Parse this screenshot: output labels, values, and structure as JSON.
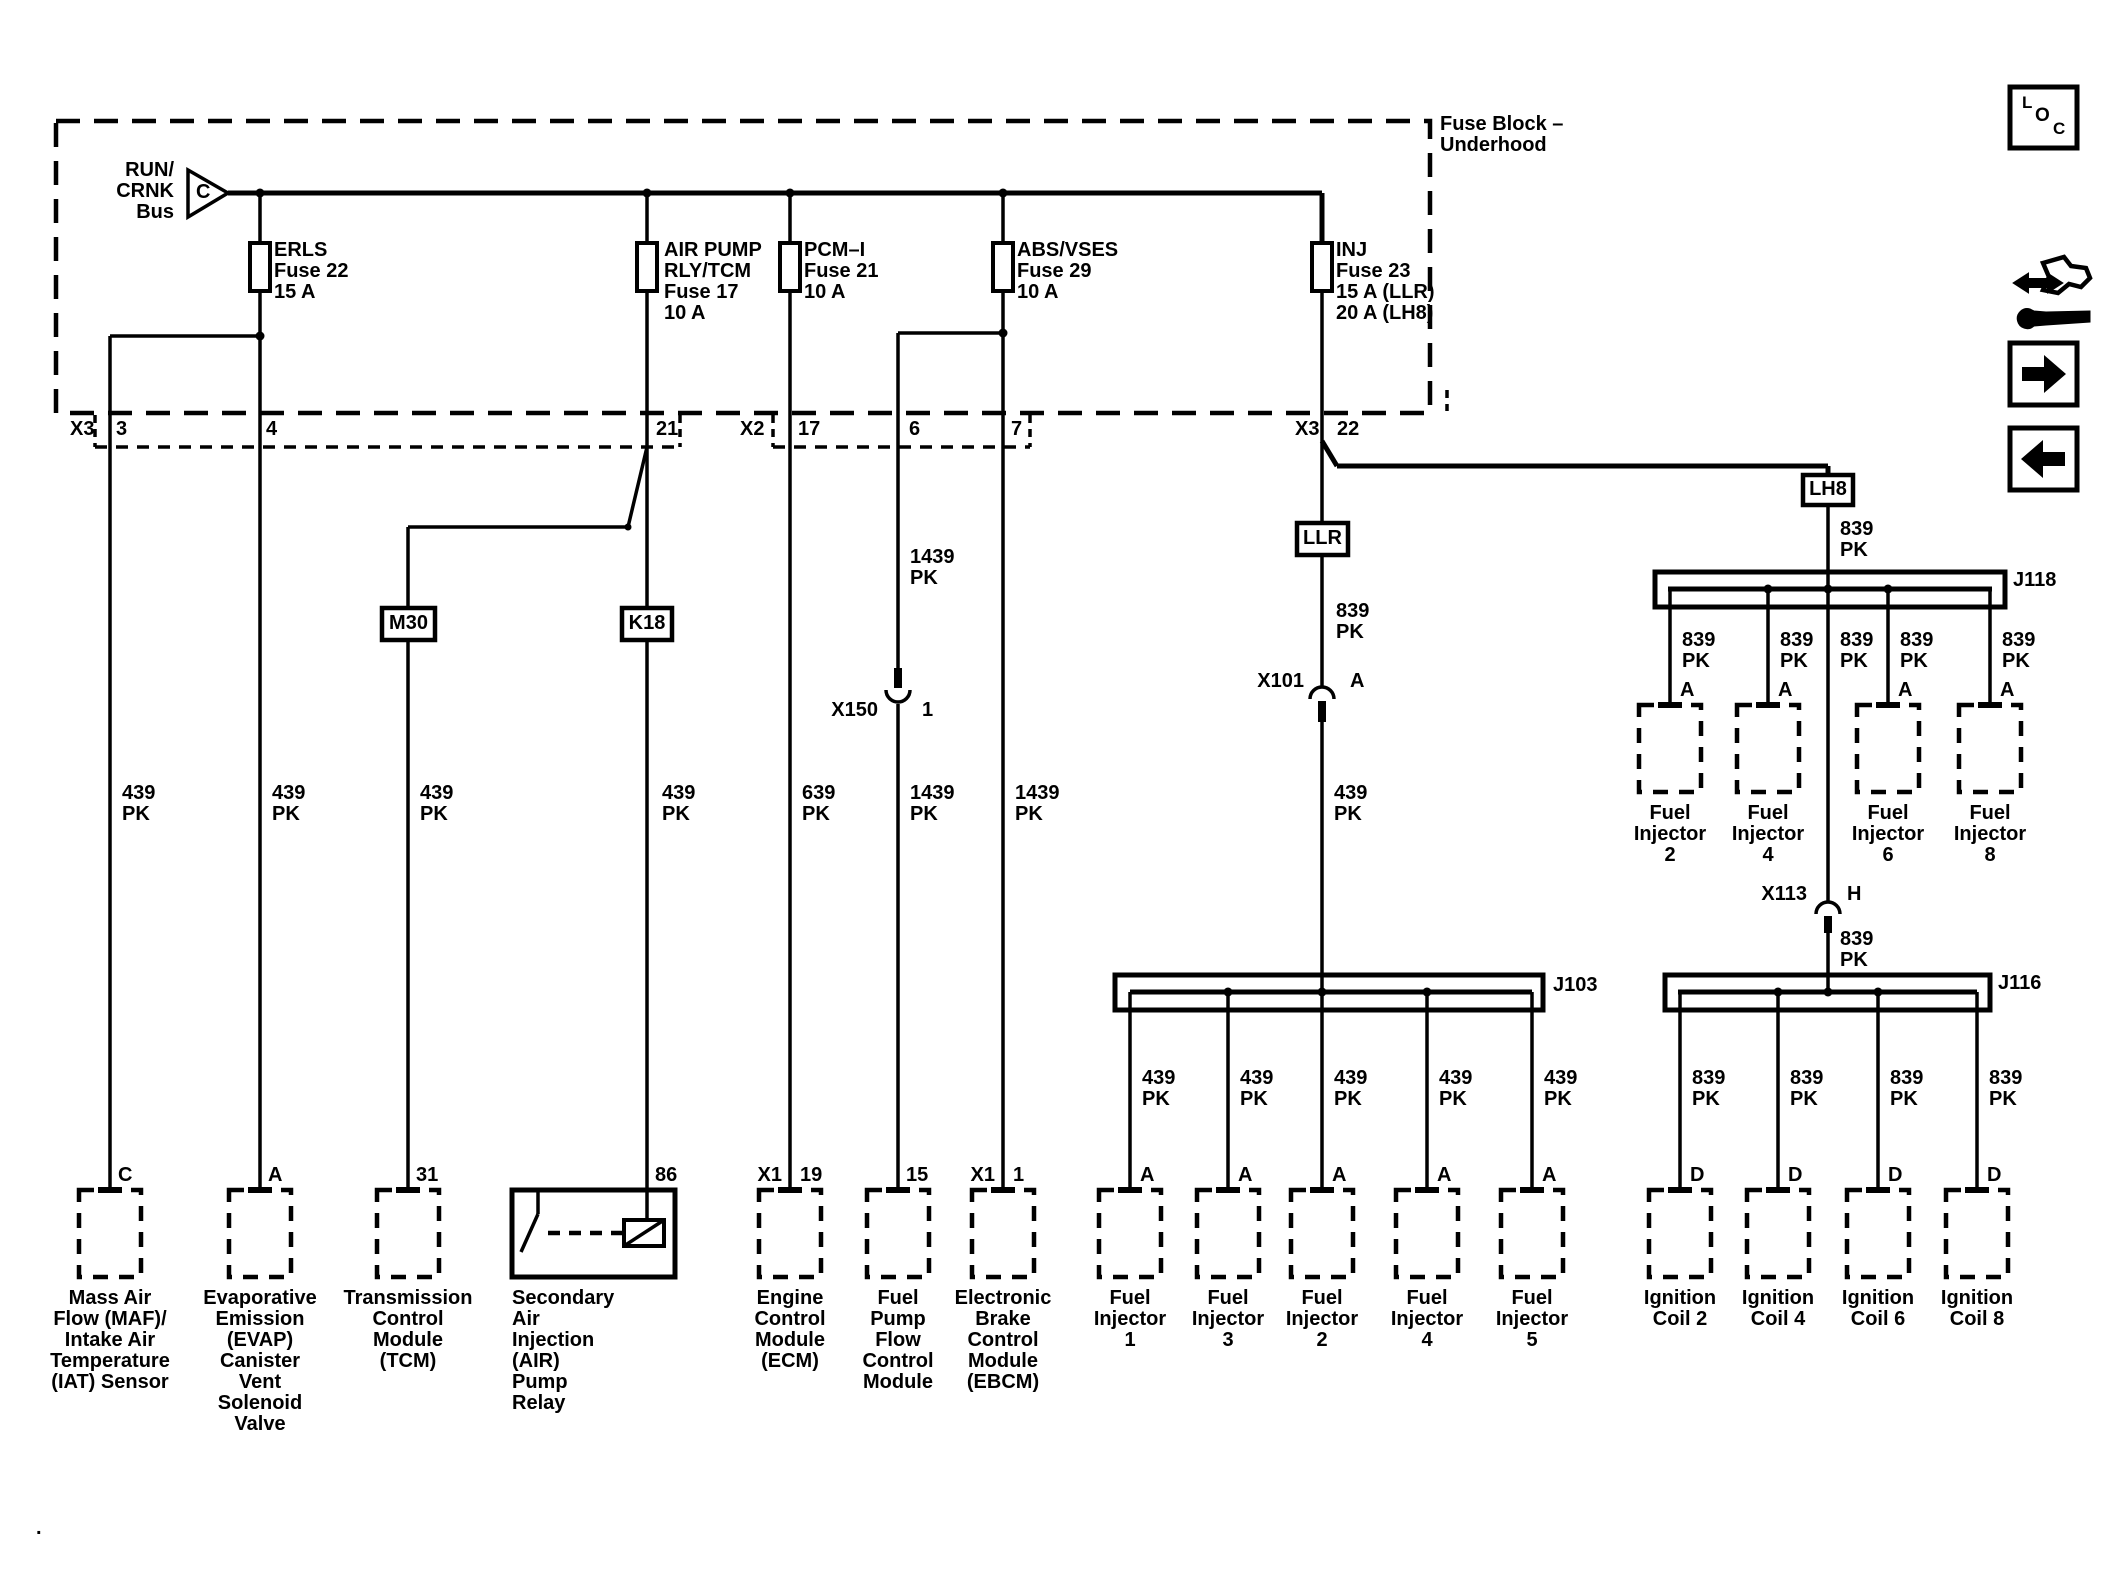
{
  "diagram": {
    "fuse_block_title": "Fuse Block –\nUnderhood",
    "bus": {
      "label": "RUN/\nCRNK\nBus",
      "letter": "C"
    },
    "footnote_dot": "."
  },
  "fuses": {
    "erls": "ERLS\nFuse 22\n15 A",
    "airpump": "AIR PUMP\nRLY/TCM\nFuse 17\n10 A",
    "pcmi": "PCM–I\nFuse 21\n10 A",
    "absvses": "ABS/VSES\nFuse 29\n10 A",
    "inj": "INJ\nFuse 23\n15 A (LLR)\n20 A (LH8)"
  },
  "connector_row": {
    "x3_left": "X3",
    "pin3": "3",
    "pin4": "4",
    "pin21": "21",
    "x2": "X2",
    "pin17": "17",
    "pin6": "6",
    "pin7": "7",
    "x3_right": "X3",
    "pin22": "22"
  },
  "boxes": {
    "m30": "M30",
    "k18": "K18",
    "llr": "LLR",
    "lh8": "LH8"
  },
  "splices": {
    "x150": "X150",
    "x150_pin": "1",
    "x101": "X101",
    "x101_pin": "A",
    "x113": "X113",
    "x113_pin": "H"
  },
  "junction_blocks": {
    "j103": "J103",
    "j116": "J116",
    "j118": "J118"
  },
  "wire_labels": {
    "maf": "439\nPK",
    "evap": "439\nPK",
    "tcm": "439\nPK",
    "relay": "439\nPK",
    "ecm": "639\nPK",
    "fuelpump_upper": "1439\nPK",
    "fuelpump_lower": "1439\nPK",
    "ebcm": "1439\nPK",
    "llr_out": "839\nPK",
    "x101_out": "439\nPK",
    "lh8_out": "839\nPK",
    "x113_out": "839\nPK",
    "j118_1": "839\nPK",
    "j118_2": "839\nPK",
    "j118_mid": "839\nPK",
    "j118_3": "839\nPK",
    "j118_4": "839\nPK",
    "j103_1": "439\nPK",
    "j103_2": "439\nPK",
    "j103_3": "439\nPK",
    "j103_4": "439\nPK",
    "j103_5": "439\nPK",
    "j116_1": "839\nPK",
    "j116_2": "839\nPK",
    "j116_3": "839\nPK",
    "j116_4": "839\nPK"
  },
  "pins": {
    "maf": "C",
    "evap": "A",
    "tcm": "31",
    "relay": "86",
    "ecm_conn": "X1",
    "ecm": "19",
    "fuelpump": "15",
    "ebcm_conn": "X1",
    "ebcm": "1",
    "inj1": "A",
    "inj3": "A",
    "inj2b": "A",
    "inj4b": "A",
    "inj5": "A",
    "inj2": "A",
    "inj4": "A",
    "inj6": "A",
    "inj8": "A",
    "coil2": "D",
    "coil4": "D",
    "coil6": "D",
    "coil8": "D"
  },
  "components": {
    "maf": "Mass Air\nFlow (MAF)/\nIntake Air\nTemperature\n(IAT) Sensor",
    "evap": "Evaporative\nEmission\n(EVAP)\nCanister\nVent\nSolenoid\nValve",
    "tcm": "Transmission\nControl\nModule\n(TCM)",
    "air_relay": "Secondary\nAir\nInjection\n(AIR)\nPump\nRelay",
    "ecm": "Engine\nControl\nModule\n(ECM)",
    "fuel_pump": "Fuel\nPump\nFlow\nControl\nModule",
    "ebcm": "Electronic\nBrake\nControl\nModule\n(EBCM)",
    "inj1": "Fuel\nInjector\n1",
    "inj3": "Fuel\nInjector\n3",
    "inj2b": "Fuel\nInjector\n2",
    "inj4b": "Fuel\nInjector\n4",
    "inj5": "Fuel\nInjector\n5",
    "inj2": "Fuel\nInjector\n2",
    "inj4": "Fuel\nInjector\n4",
    "inj6": "Fuel\nInjector\n6",
    "inj8": "Fuel\nInjector\n8",
    "coil2": "Ignition\nCoil 2",
    "coil4": "Ignition\nCoil 4",
    "coil6": "Ignition\nCoil 6",
    "coil8": "Ignition\nCoil 8"
  },
  "icons": {
    "loc_l": "L",
    "loc_o": "O",
    "loc_c": "C",
    "loc_meaning": "location-view-icon",
    "nav_right": "arrow-right-icon",
    "nav_left": "arrow-left-icon",
    "harness": "harness-wrench-icon"
  },
  "colors": {
    "line": "#000000",
    "background": "#ffffff"
  }
}
